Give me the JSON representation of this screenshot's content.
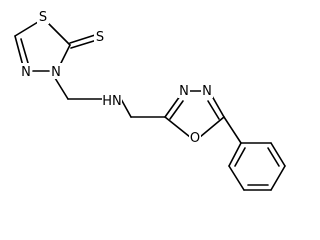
{
  "molecule": {
    "atoms": {
      "S_thione": "S",
      "S_ring": "S",
      "N_imine": "N",
      "N_ring": "N",
      "NH": "HN",
      "N_oxa_a": "N",
      "N_oxa_b": "N",
      "O_oxa": "O"
    }
  },
  "colors": {
    "bond": "#000000",
    "atom_label": "#000000",
    "background": "#ffffff"
  }
}
